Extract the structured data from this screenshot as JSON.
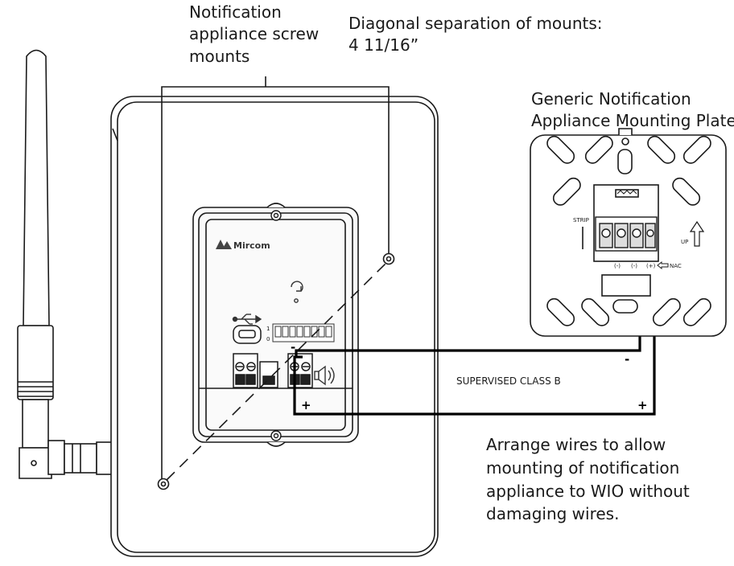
{
  "labels": {
    "screw_mounts": [
      "Notification",
      "appliance screw",
      "mounts"
    ],
    "diagonal": [
      "Diagonal separation of mounts:",
      "4 11/16”"
    ],
    "plate_title": [
      "Generic  Notification",
      "Appliance Mounting Plate"
    ],
    "arrange": [
      "Arrange wires to allow",
      "mounting of notification",
      "appliance to WIO without",
      "damaging wires."
    ],
    "supervised": "SUPERVISED CLASS B",
    "minus": "-",
    "plus": "+",
    "brand": "Mircom",
    "strip": "STRIP",
    "up": "UP",
    "nac_neg1": "(-)",
    "nac_neg2": "(-)",
    "nac_pos": "(+)",
    "nac": "NAC",
    "dip_on": "1",
    "dip_off": "0"
  },
  "icons": [
    "antenna-icon",
    "usb-icon",
    "micro-usb-port-icon",
    "sync-icon",
    "speaker-icon",
    "up-arrow-icon"
  ],
  "colors": {
    "line": "#1a1a1a",
    "wire": "#000000",
    "device_fill": "#ffffff",
    "module_fill": "#fafafa"
  }
}
